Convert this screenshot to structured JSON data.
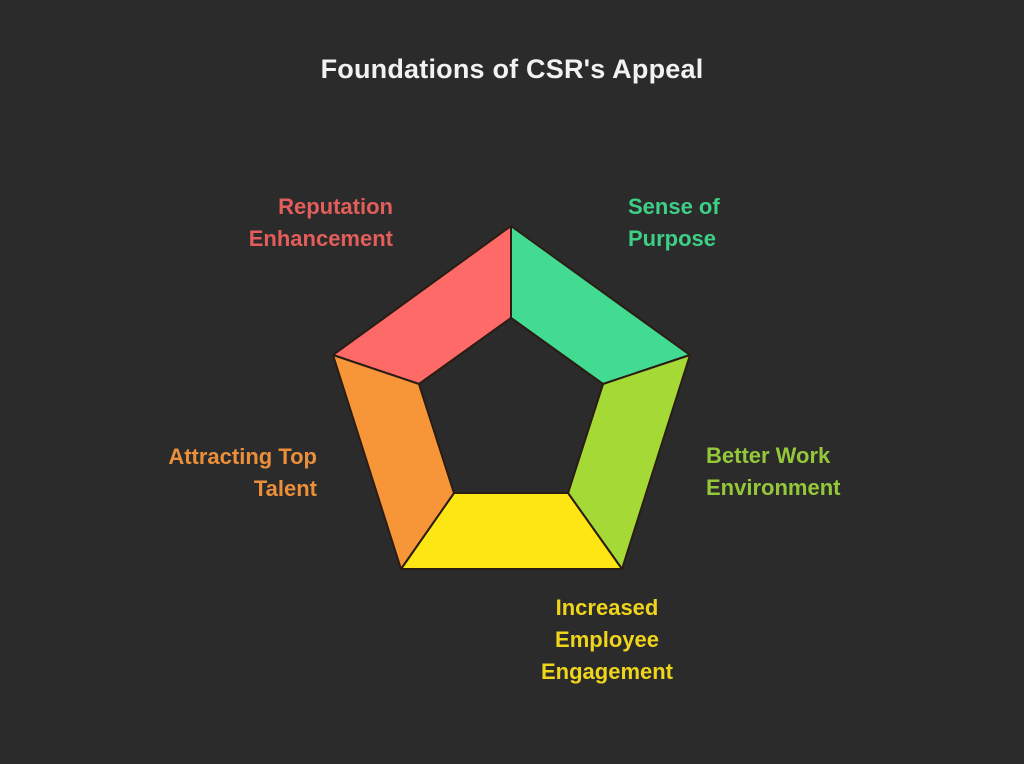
{
  "title": "Foundations of CSR's Appeal",
  "segments": [
    {
      "id": "reputation",
      "lines": [
        "Reputation",
        "Enhancement"
      ],
      "color": "#fe6a67",
      "label_color": "#e35d5a"
    },
    {
      "id": "sense",
      "lines": [
        "Sense of",
        "Purpose"
      ],
      "color": "#42db91",
      "label_color": "#3ecf86"
    },
    {
      "id": "better",
      "lines": [
        "Better Work",
        "Environment"
      ],
      "color": "#a4d936",
      "label_color": "#94c83a"
    },
    {
      "id": "increased",
      "lines": [
        "Increased",
        "Employee",
        "Engagement"
      ],
      "color": "#fee514",
      "label_color": "#efd41c"
    },
    {
      "id": "attracting",
      "lines": [
        "Attracting Top",
        "Talent"
      ],
      "color": "#f69638",
      "label_color": "#eb8f3b"
    }
  ],
  "background": "#2b2b2b",
  "outline": "#2a1d14"
}
